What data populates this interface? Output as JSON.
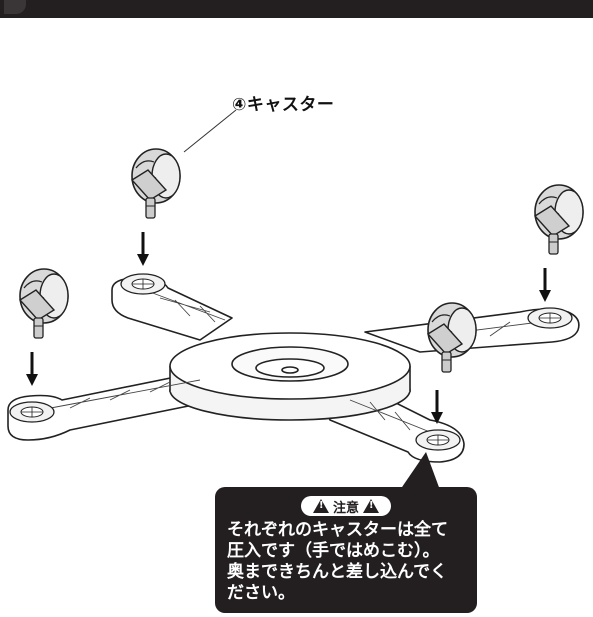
{
  "caster_label": "④キャスター",
  "caution": {
    "title": "注意",
    "lines": [
      "それぞれのキャスターは全て",
      "圧入です（手ではめこむ）。",
      "奥まできちんと差し込んでく",
      "ださい。"
    ]
  },
  "icons": [
    "caster-icon",
    "arrow-down-icon",
    "warning-icon"
  ],
  "colors": {
    "dark_bar": "#231f20",
    "caution_bg": "#231f20",
    "caution_text": "#ffffff"
  }
}
